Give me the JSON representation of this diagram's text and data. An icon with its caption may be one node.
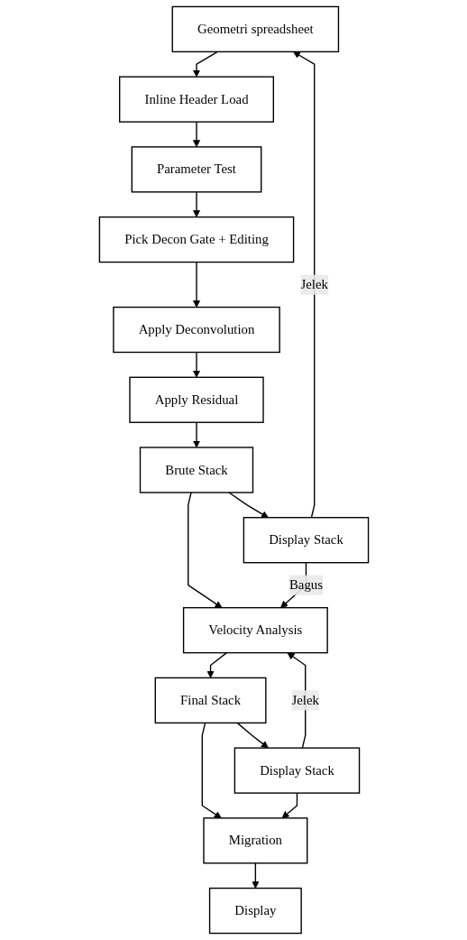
{
  "diagram": {
    "nodes": [
      {
        "text": [
          "Geometri spreadsheet"
        ]
      },
      {
        "text": [
          "Inline Header Load"
        ]
      },
      {
        "text": [
          "Parameter Test"
        ]
      },
      {
        "text": [
          "Pick Decon Gate + Editing"
        ]
      },
      {
        "text": [
          "Apply Deconvolution"
        ]
      },
      {
        "text": [
          "Apply Residual"
        ]
      },
      {
        "text": [
          "Brute Stack"
        ]
      },
      {
        "text": [
          "Display Stack"
        ]
      },
      {
        "text": [
          "Velocity Analysis"
        ]
      },
      {
        "text": [
          "Final Stack"
        ]
      },
      {
        "text": [
          "Display Stack"
        ]
      },
      {
        "text": [
          "Migration"
        ]
      },
      {
        "text": [
          "Display"
        ]
      }
    ],
    "edges": [
      {
        "from": 0,
        "to": 1,
        "arrow": "to"
      },
      {
        "from": 1,
        "to": 2,
        "arrow": "to"
      },
      {
        "from": 2,
        "to": 3,
        "arrow": "to"
      },
      {
        "from": 3,
        "to": 4,
        "arrow": "to"
      },
      {
        "from": 4,
        "to": 5,
        "arrow": "to"
      },
      {
        "from": 5,
        "to": 6,
        "arrow": "to"
      },
      {
        "from": 6,
        "to": 7,
        "arrow": "to"
      },
      {
        "from": 7,
        "to": 0,
        "label": "Jelek",
        "arrow": "to"
      },
      {
        "from": 6,
        "to": 8,
        "arrow": "to"
      },
      {
        "from": 7,
        "to": 8,
        "label": "Bagus",
        "arrow": "to"
      },
      {
        "from": 8,
        "to": 9,
        "arrow": "to"
      },
      {
        "from": 9,
        "to": 10,
        "arrow": "to"
      },
      {
        "from": 10,
        "to": 8,
        "label": "Jelek",
        "arrow": "to"
      },
      {
        "from": 9,
        "to": 11,
        "arrow": "to"
      },
      {
        "from": 10,
        "to": 11,
        "arrow": "to"
      },
      {
        "from": 11,
        "to": 12,
        "arrow": "to"
      }
    ]
  }
}
